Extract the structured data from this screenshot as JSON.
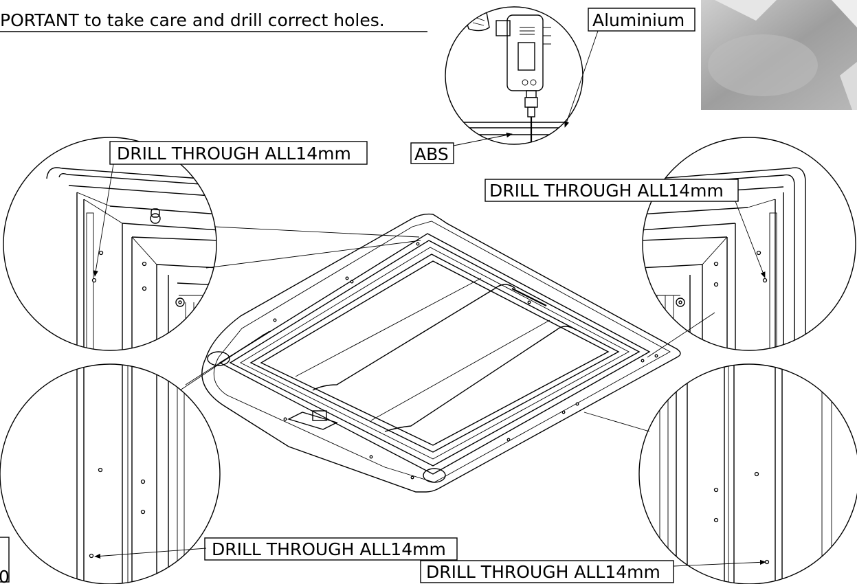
{
  "header": {
    "instruction": "PORTANT to take care and drill correct holes."
  },
  "detail_drill": {
    "material_top": "Aluminium",
    "material_bottom": "ABS"
  },
  "callouts": {
    "top_left": "DRILL THROUGH ALL14mm",
    "top_right": "DRILL THROUGH ALL14mm",
    "bottom_left": "DRILL THROUGH ALL14mm",
    "bottom_right": "DRILL THROUGH ALL14mm"
  },
  "fragment": {
    "left_edge_char": "0"
  },
  "colors": {
    "ink": "#000000",
    "paper": "#ffffff",
    "photo_grey": "#a4a4a4"
  }
}
